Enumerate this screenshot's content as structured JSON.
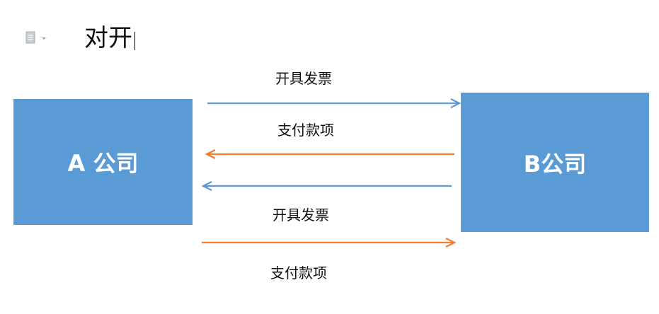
{
  "title": "对开",
  "box_a": {
    "label": "A 公司",
    "color": "#5b9bd5"
  },
  "box_b": {
    "label": "B公司",
    "color": "#5b9bd5"
  },
  "arrows": {
    "invoice_to_b": {
      "label": "开具发票",
      "color": "#5b9bd5"
    },
    "payment_to_a": {
      "label": "支付款项",
      "color": "#ed7d31"
    },
    "invoice_to_a": {
      "label": "开具发票",
      "color": "#5b9bd5"
    },
    "payment_to_b": {
      "label": "支付款项",
      "color": "#ed7d31"
    }
  },
  "icons": {
    "doc": "document-icon",
    "dropdown": "chevron-down-icon"
  }
}
